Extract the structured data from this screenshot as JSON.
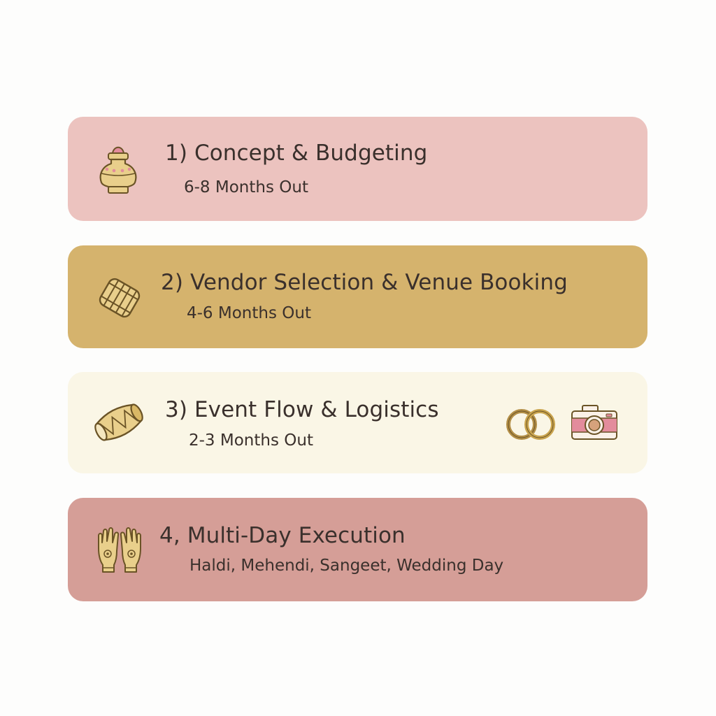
{
  "stages": [
    {
      "title": "1) Concept & Budgeting",
      "timing": "6-8 Months Out",
      "icon": "kalash-pot-icon",
      "color": "#ecc3bf"
    },
    {
      "title": "2) Vendor Selection & Venue Booking",
      "timing": "4-6 Months Out",
      "icon": "drum-icon",
      "color": "#d5b36d"
    },
    {
      "title": "3) Event Flow & Logistics",
      "timing": "2-3 Months Out",
      "icon": "dholak-drum-icon",
      "extra_icons": [
        "wedding-rings-icon",
        "camera-icon"
      ],
      "color": "#faf6e6"
    },
    {
      "title": "4, Multi-Day Execution",
      "timing": "Haldi, Mehendi, Sangeet, Wedding Day",
      "icon": "henna-hands-icon",
      "color": "#d59e97"
    }
  ],
  "colors": {
    "icon_fill": "#e9cf8b",
    "icon_stroke": "#6a5326",
    "accent_pink": "#e38c9c"
  }
}
